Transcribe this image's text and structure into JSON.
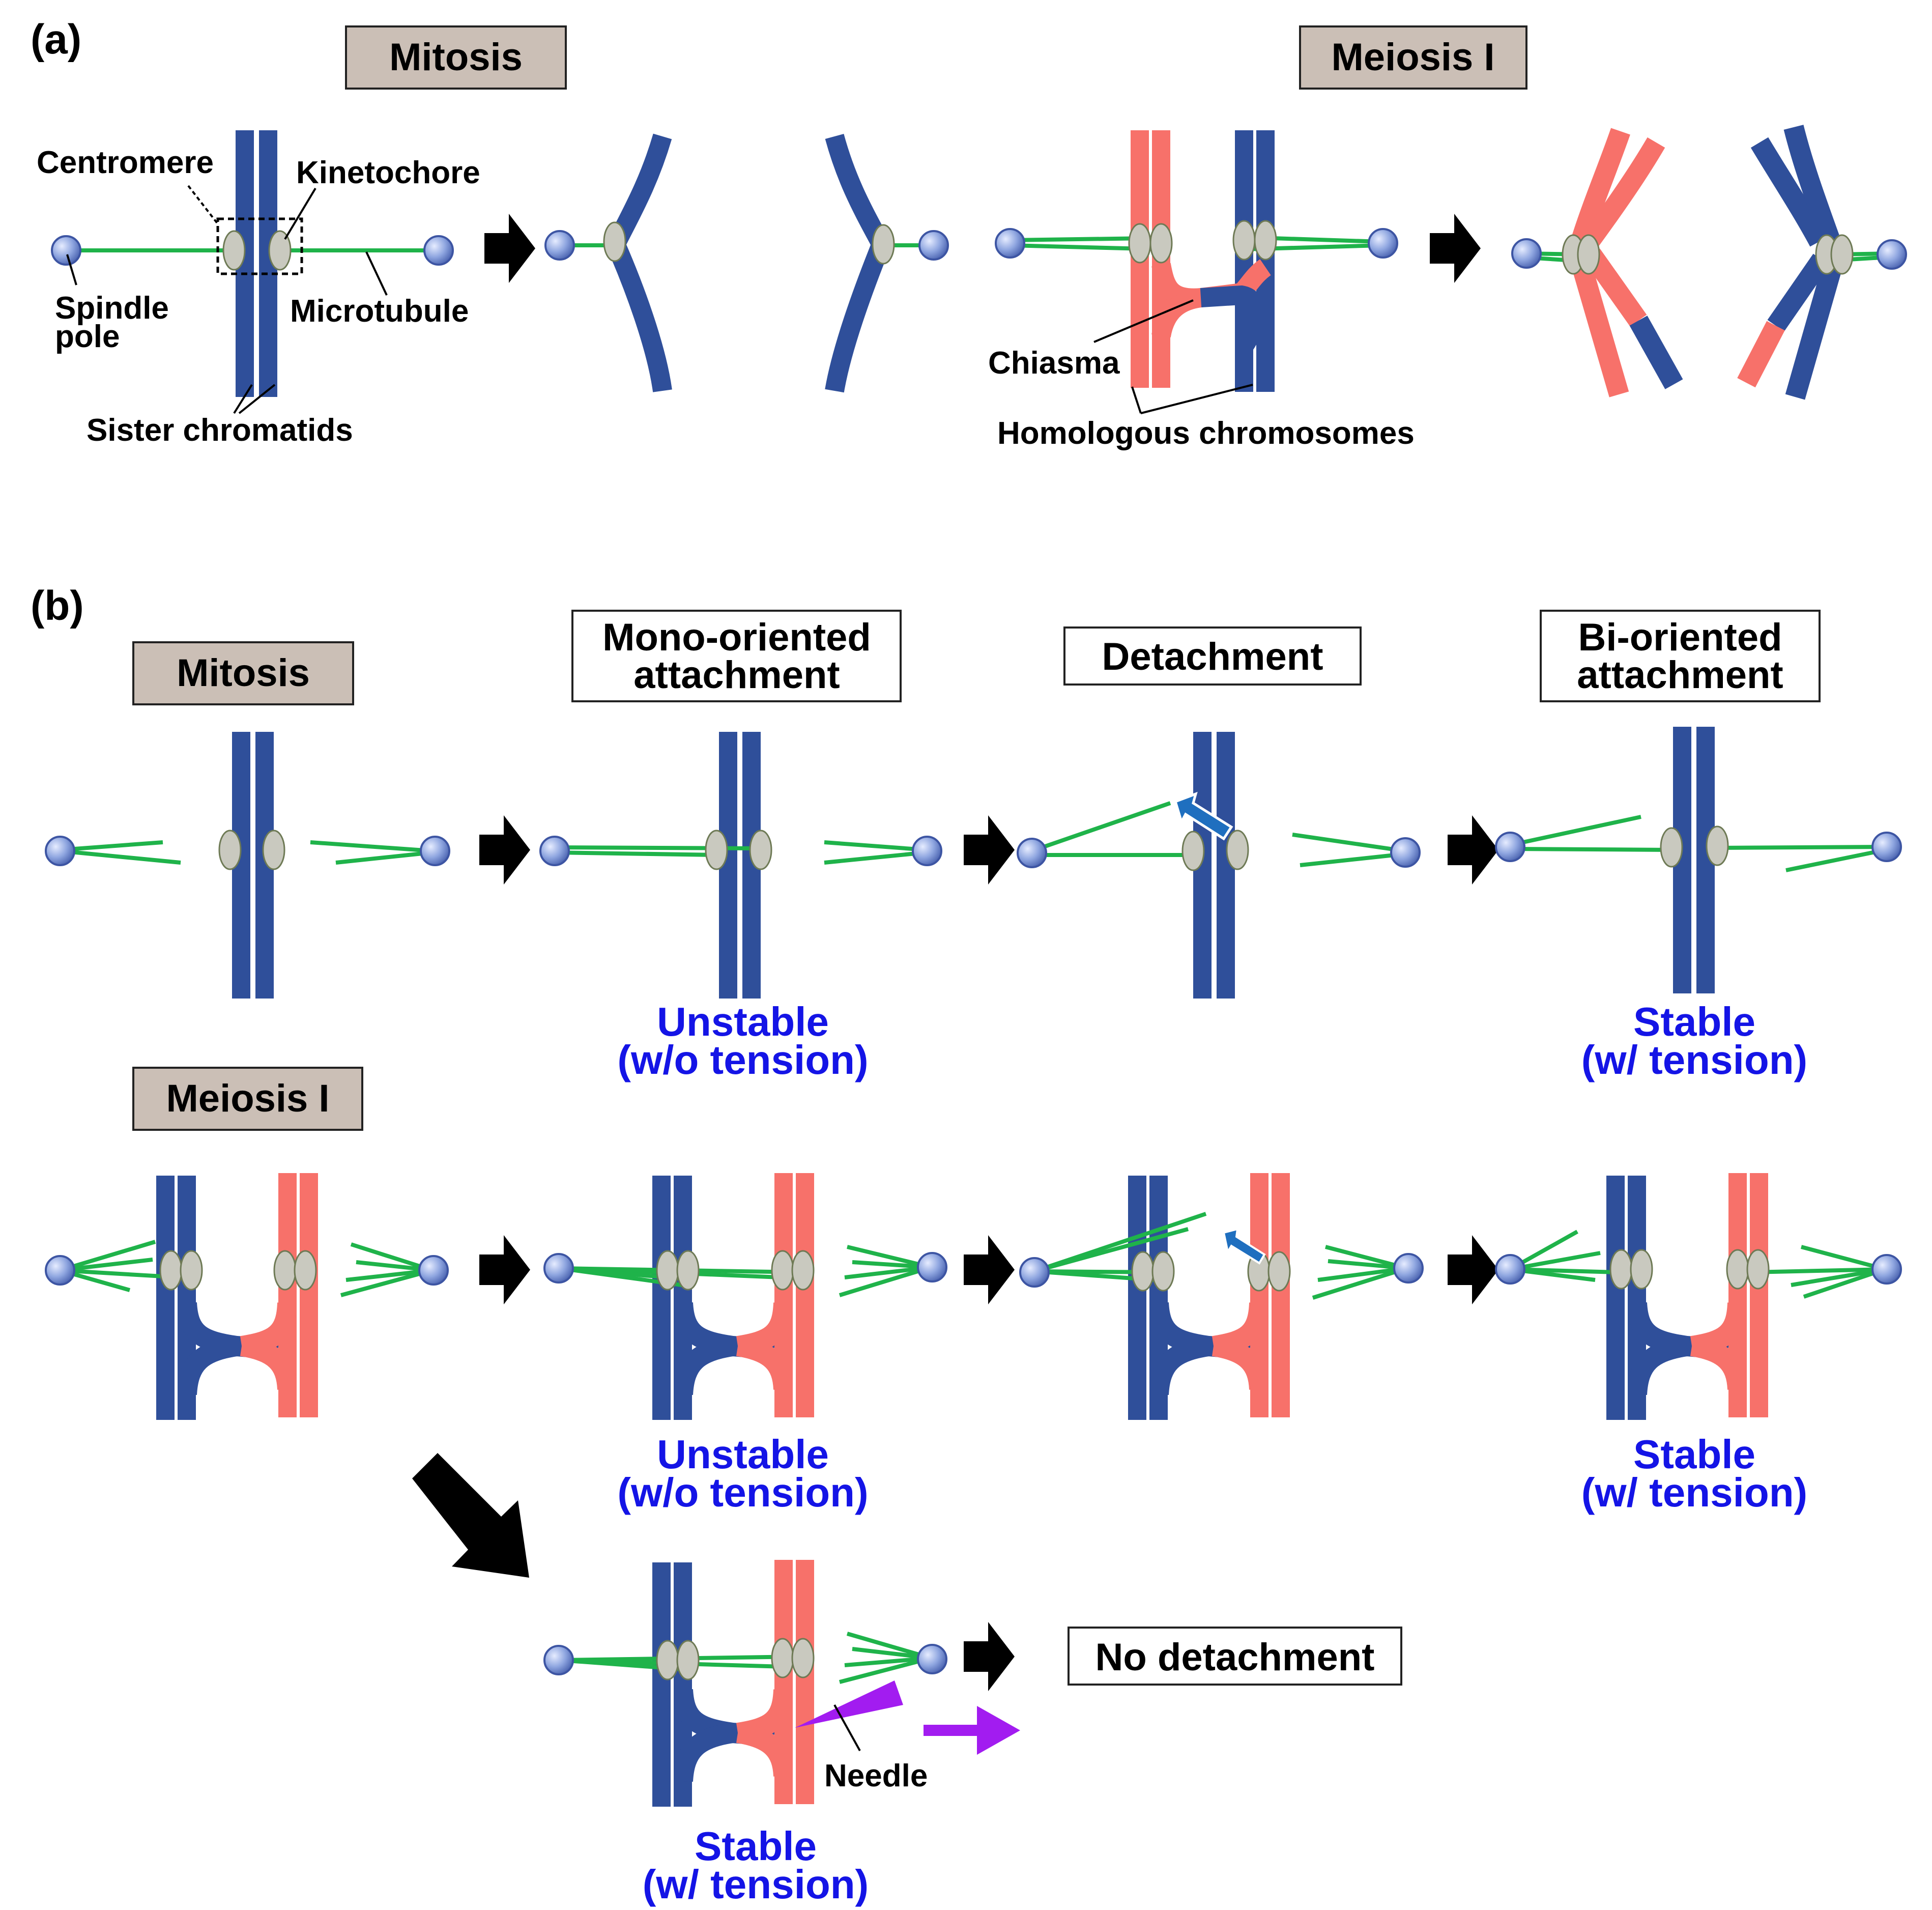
{
  "panel_a": {
    "panel_label": "(a)",
    "mitosis_title": "Mitosis",
    "meiosis_title": "Meiosis I",
    "labels": {
      "centromere": "Centromere",
      "kinetochore": "Kinetochore",
      "spindle_pole_1": "Spindle",
      "spindle_pole_2": "pole",
      "microtubule": "Microtubule",
      "sister_chromatids": "Sister chromatids",
      "chiasma": "Chiasma",
      "homologous_chromosomes": "Homologous chromosomes"
    }
  },
  "panel_b": {
    "panel_label": "(b)",
    "mitosis_title": "Mitosis",
    "meiosis_title": "Meiosis I",
    "mono_oriented_1": "Mono-oriented",
    "mono_oriented_2": "attachment",
    "detachment": "Detachment",
    "bi_oriented_1": "Bi-oriented",
    "bi_oriented_2": "attachment",
    "no_detachment": "No detachment",
    "needle": "Needle",
    "unstable_1": "Unstable",
    "unstable_2": "(w/o tension)",
    "stable_1": "Stable",
    "stable_2": "(w/ tension)"
  },
  "colors": {
    "chromatid_blue": "#2f4f9a",
    "chromatid_red": "#f7716a",
    "microtubule_green": "#1fb34a",
    "kinetochore_gray": "#c9c9bf",
    "title_box_fill": "#cbbfb6",
    "label_blue": "#1414e6",
    "needle_purple": "#a21cf0",
    "arrow_blue": "#1f6fbf"
  }
}
